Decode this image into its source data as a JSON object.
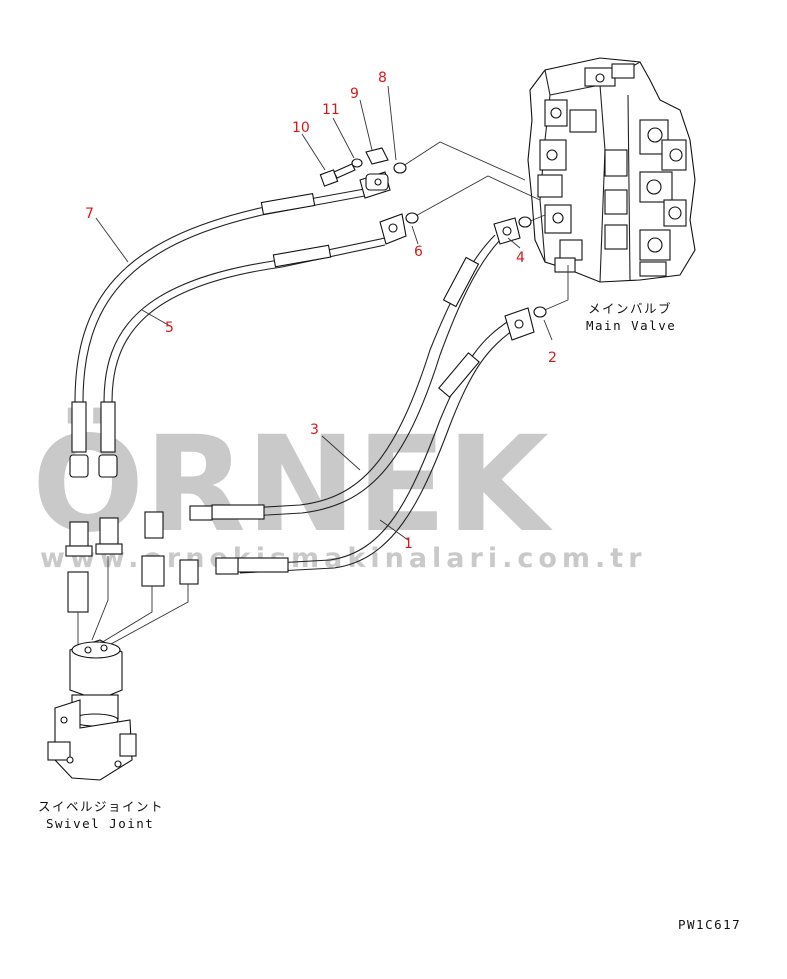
{
  "diagram": {
    "part_numbers": [
      "1",
      "2",
      "3",
      "4",
      "5",
      "6",
      "7",
      "8",
      "9",
      "10",
      "11"
    ],
    "main_valve_label_jp": "メインバルブ",
    "main_valve_label_en": "Main Valve",
    "swivel_joint_label_jp": "スイベルジョイント",
    "swivel_joint_label_en": "Swivel Joint",
    "drawing_code": "PW1C617"
  },
  "watermark": {
    "brand": "ÖRNEK",
    "url": "www.ornekismakinalari.com.tr"
  },
  "colors": {
    "callout": "#d8191b",
    "watermark": "#c9c9c9",
    "linework": "#111111"
  }
}
